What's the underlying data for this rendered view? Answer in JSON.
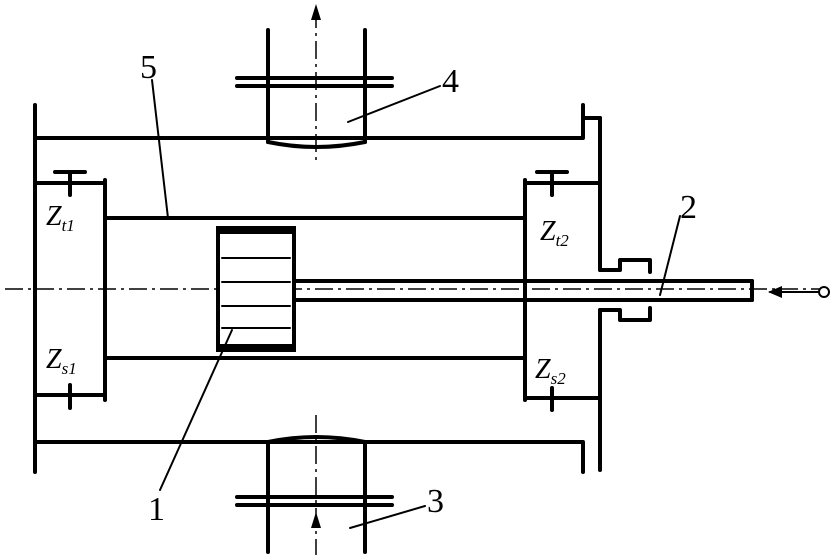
{
  "labels": {
    "part_1": "1",
    "part_2": "2",
    "part_3": "3",
    "part_4": "4",
    "part_5": "5"
  },
  "impedances": {
    "zt1": {
      "base": "Z",
      "sub": "t1"
    },
    "zt2": {
      "base": "Z",
      "sub": "t2"
    },
    "zs1": {
      "base": "Z",
      "sub": "s1"
    },
    "zs2": {
      "base": "Z",
      "sub": "s2"
    }
  },
  "icons": {
    "probe_tip": "circle-icon",
    "flow_arrow": "arrow-icon"
  },
  "colors": {
    "line": "#000000",
    "background": "#ffffff"
  }
}
